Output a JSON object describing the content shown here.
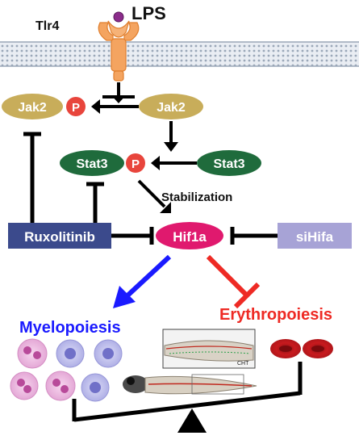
{
  "membrane": {
    "receptor_label": "Tlr4",
    "ligand_label": "LPS"
  },
  "nodes": {
    "jak2_phospho": "Jak2",
    "jak2": "Jak2",
    "phospho_mark": "P",
    "stat3_phospho": "Stat3",
    "stat3": "Stat3",
    "ruxolitinib": "Ruxolitinib",
    "hif1a": "Hif1a",
    "sihifa": "siHifa"
  },
  "edges": {
    "stabilization_label": "Stabilization"
  },
  "outcomes": {
    "myelopoiesis": "Myelopoiesis",
    "erythropoiesis": "Erythropoiesis",
    "cht_label": "CHT"
  },
  "colors": {
    "jak2": "#c8ad5a",
    "stat3": "#1f6b3c",
    "phospho": "#e8453c",
    "hif1a": "#e0196e",
    "ruxolitinib": "#3b4a8c",
    "sihifa": "#a7a3d6",
    "myelo": "#1a1aff",
    "erythro": "#ee2a24"
  }
}
